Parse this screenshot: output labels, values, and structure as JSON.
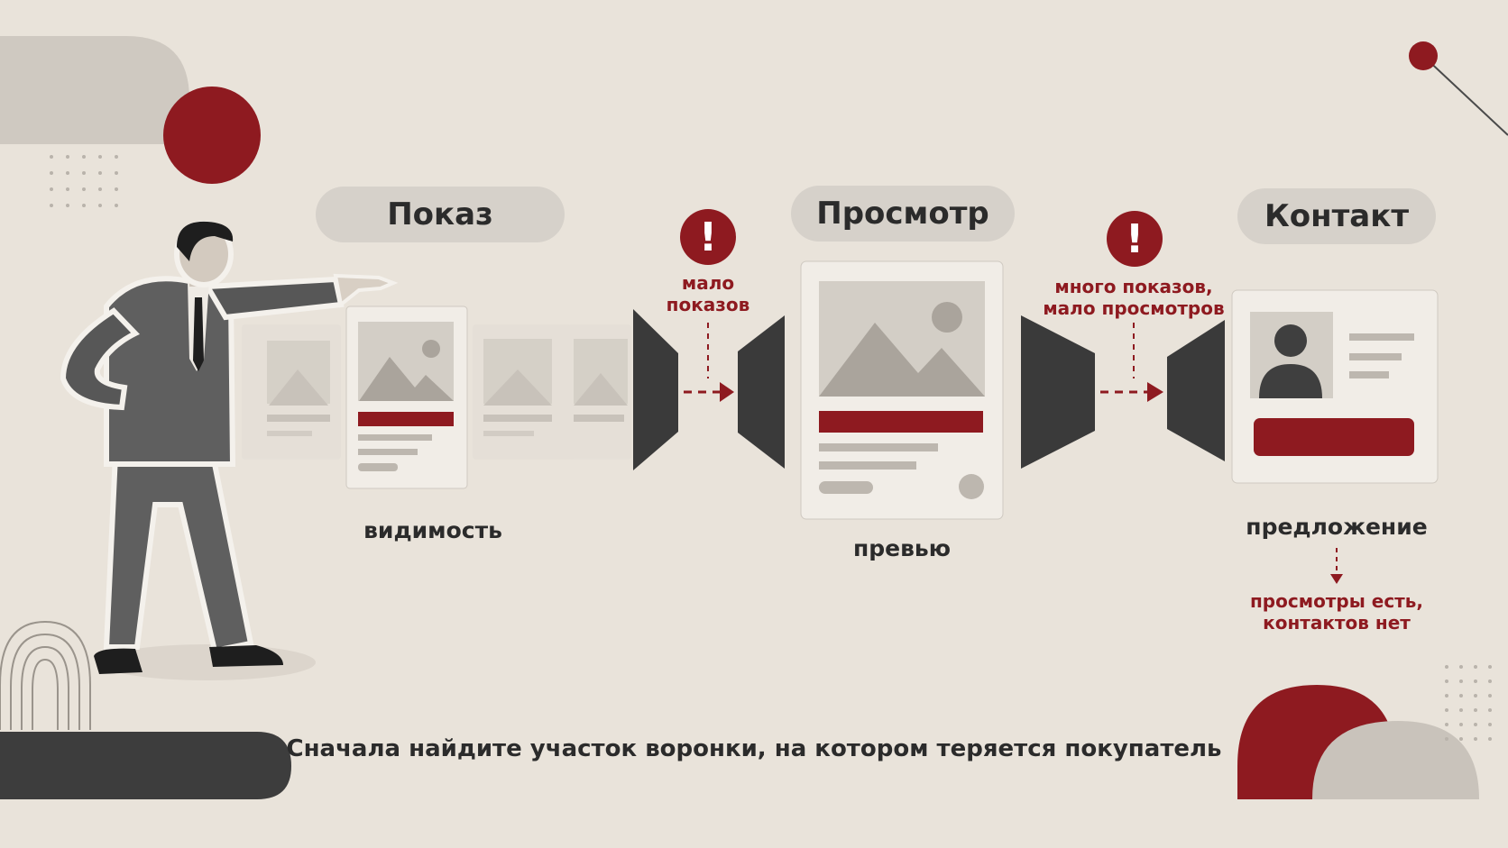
{
  "stages": [
    {
      "title": "Показ",
      "caption": "видимость"
    },
    {
      "title": "Просмотр",
      "caption": "превью"
    },
    {
      "title": "Контакт",
      "caption": "предложение"
    }
  ],
  "warnings": [
    {
      "icon": "!",
      "text_line1": "мало",
      "text_line2": "показов"
    },
    {
      "icon": "!",
      "text_line1": "много показов,",
      "text_line2": "мало просмотров"
    }
  ],
  "contact_note": {
    "line1": "просмотры есть,",
    "line2": "контактов нет"
  },
  "footer_text": "Сначала найдите участок воронки, на котором теряется покупатель",
  "colors": {
    "background": "#e9e3da",
    "accent": "#8e1a20",
    "dark": "#3a3a3a",
    "pill": "#d6d1ca"
  }
}
